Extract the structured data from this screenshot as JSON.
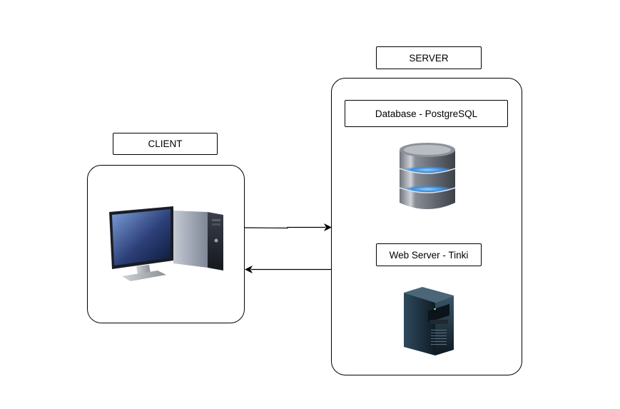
{
  "diagram": {
    "client": {
      "title": "CLIENT",
      "icon": "desktop-computer-icon"
    },
    "server": {
      "title": "SERVER",
      "components": [
        {
          "label": "Database - PostgreSQL",
          "icon": "database-icon"
        },
        {
          "label": "Web Server - Tinki",
          "icon": "server-tower-icon"
        }
      ]
    },
    "connections": [
      {
        "from": "client",
        "to": "server",
        "direction": "right"
      },
      {
        "from": "server",
        "to": "client",
        "direction": "left"
      }
    ],
    "colors": {
      "stroke": "#000000",
      "database_glow": "#3a8fe0",
      "monitor_screen": "#4a6fb0"
    }
  }
}
